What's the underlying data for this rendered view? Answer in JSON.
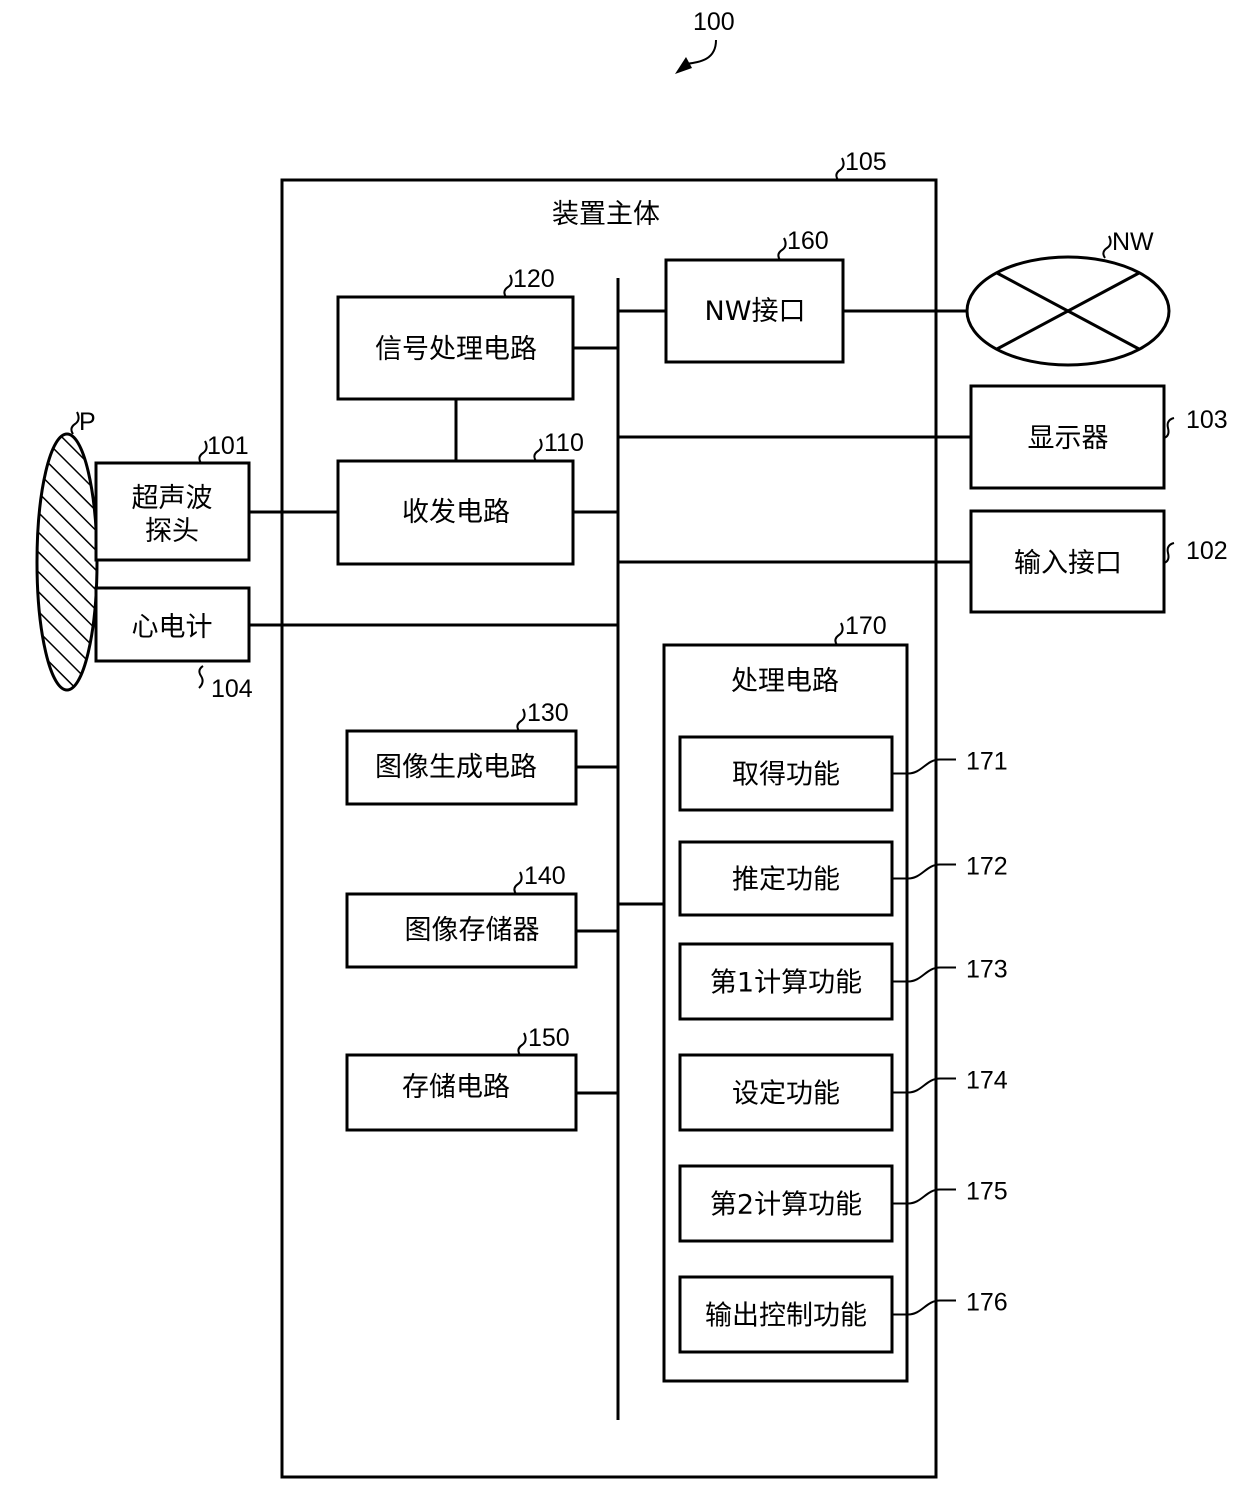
{
  "figure": {
    "ref": "100",
    "main_body": {
      "ref": "105",
      "title": "装置主体"
    }
  },
  "external": {
    "patient": {
      "ref": "P"
    },
    "probe": {
      "ref": "101",
      "label_line1": "超声波",
      "label_line2": "探头"
    },
    "ecg": {
      "ref": "104",
      "label": "心电计"
    },
    "network": {
      "ref": "NW"
    },
    "display": {
      "ref": "103",
      "label": "显示器"
    },
    "input_interface": {
      "ref": "102",
      "label": "输入接口"
    }
  },
  "internal": {
    "transceiver": {
      "ref": "110",
      "label": "收发电路"
    },
    "signal_processing": {
      "ref": "120",
      "label": "信号处理电路"
    },
    "image_generation": {
      "ref": "130",
      "label": "图像生成电路"
    },
    "image_memory": {
      "ref": "140",
      "label": "图像存储器"
    },
    "storage": {
      "ref": "150",
      "label": "存储电路"
    },
    "nw_interface": {
      "ref": "160",
      "label": "NW接口"
    },
    "processing": {
      "ref": "170",
      "label": "处理电路",
      "functions": [
        {
          "ref": "171",
          "label": "取得功能"
        },
        {
          "ref": "172",
          "label": "推定功能"
        },
        {
          "ref": "173",
          "label": "第1计算功能"
        },
        {
          "ref": "174",
          "label": "设定功能"
        },
        {
          "ref": "175",
          "label": "第2计算功能"
        },
        {
          "ref": "176",
          "label": "输出控制功能"
        }
      ]
    }
  }
}
